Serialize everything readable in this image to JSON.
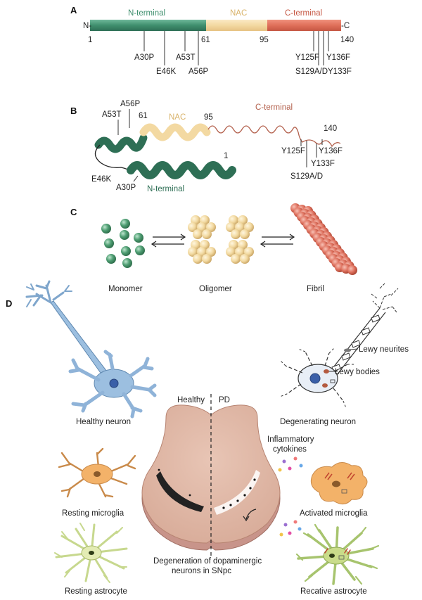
{
  "panels": {
    "a": "A",
    "b": "B",
    "c": "C",
    "d": "D"
  },
  "panel_a": {
    "n_end": "N-",
    "c_end": "-C",
    "n_region": "N-terminal",
    "nac_region": "NAC",
    "c_region": "C-terminal",
    "pos_1": "1",
    "pos_61": "61",
    "pos_95": "95",
    "pos_140": "140",
    "mutations": [
      "A30P",
      "E46K",
      "A53T",
      "A56P"
    ],
    "phospho": [
      "Y125F",
      "S129A/D",
      "Y133F",
      "Y136F"
    ],
    "colors": {
      "n": "#3f8f6e",
      "nac": "#f3d9a2",
      "c": "#e0705a"
    }
  },
  "panel_b": {
    "a56p": "A56P",
    "a53t": "A53T",
    "pos_61": "61",
    "nac": "NAC",
    "pos_95": "95",
    "c_terminal": "C-terminal",
    "pos_140": "140",
    "pos_1": "1",
    "e46k": "E46K",
    "a30p": "A30P",
    "n_terminal": "N-terminal",
    "y125f": "Y125F",
    "y136f": "Y136F",
    "y133f": "Y133F",
    "s129": "S129A/D"
  },
  "panel_c": {
    "monomer": "Monomer",
    "oligomer": "Oligomer",
    "fibril": "Fibril"
  },
  "panel_d": {
    "healthy_neuron": "Healthy neuron",
    "degenerating_neuron": "Degenerating neuron",
    "lewy_neurites": "Lewy neurites",
    "lewy_bodies": "Lewy bodies",
    "healthy": "Healthy",
    "pd": "PD",
    "cytokines_1": "Inflammatory",
    "cytokines_2": "cytokines",
    "resting_microglia": "Resting microglia",
    "activated_microglia": "Activated microglia",
    "resting_astrocyte": "Resting astrocyte",
    "reactive_astrocyte": "Recative astrocyte",
    "degeneration_1": "Degeneration of dopaminergic",
    "degeneration_2": "neurons in SNpc"
  }
}
